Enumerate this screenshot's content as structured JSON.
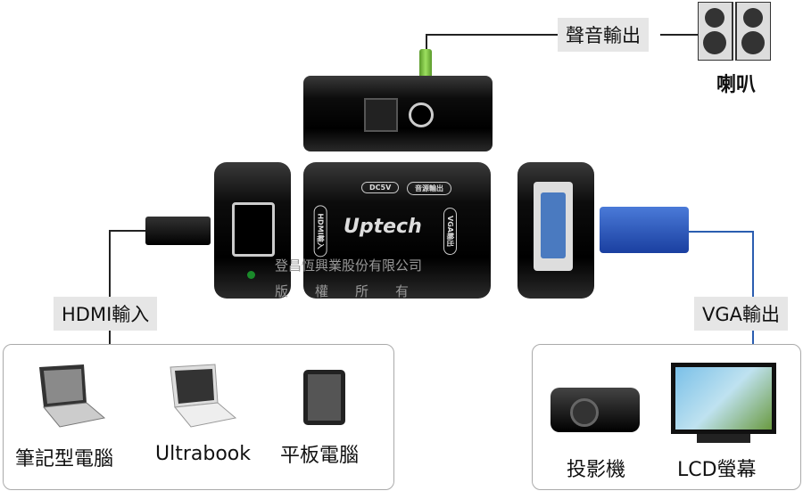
{
  "labels": {
    "audio_out": "聲音輸出",
    "speaker": "喇叭",
    "hdmi_in": "HDMI輸入",
    "vga_out": "VGA輸出"
  },
  "device": {
    "brand": "Uptech",
    "dc": "DC5V",
    "audio_port": "音源輸出",
    "side_left": "HDMI輸入",
    "side_right": "VGA輸出"
  },
  "watermark": {
    "line1": "登昌恆興業股份有限公司",
    "line2": "版　　權　　所　　有"
  },
  "sources": [
    {
      "label": "筆記型電腦"
    },
    {
      "label": "Ultrabook"
    },
    {
      "label": "平板電腦"
    }
  ],
  "outputs": [
    {
      "label": "投影機"
    },
    {
      "label": "LCD螢幕"
    }
  ],
  "colors": {
    "vga_line": "#2a5db0",
    "audio_plug": "#7ac142"
  }
}
